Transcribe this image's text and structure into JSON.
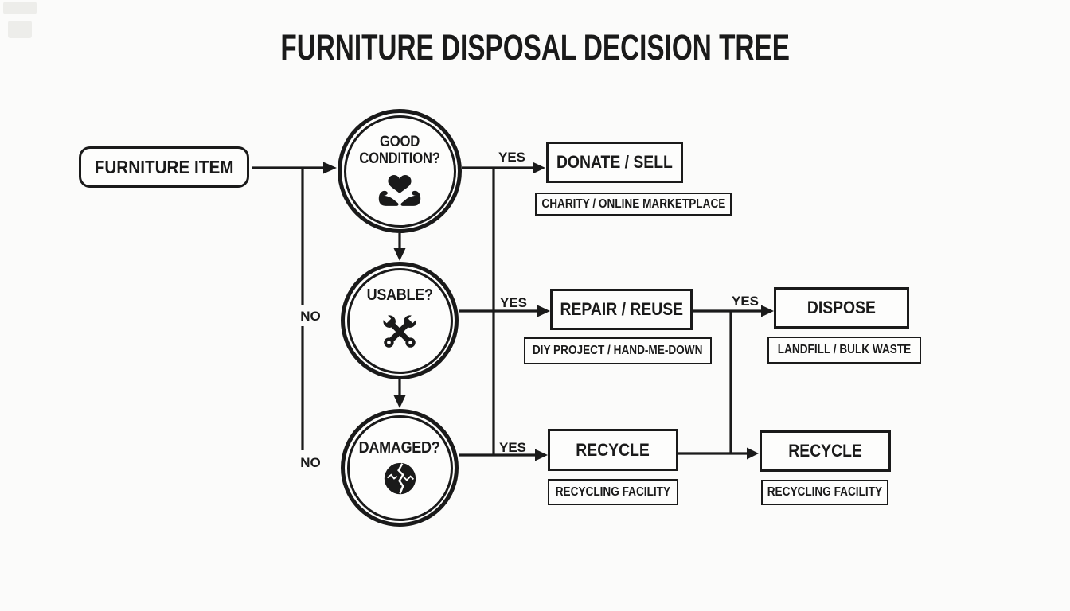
{
  "title": "FURNITURE DISPOSAL DECISION TREE",
  "colors": {
    "ink": "#1a1a1a",
    "background": "#fbfbfa"
  },
  "edge_labels": {
    "yes": "YES",
    "no": "NO"
  },
  "start": {
    "label": "FURNITURE ITEM"
  },
  "decisions": [
    {
      "label": "GOOD CONDITION?",
      "icon": "heart-in-hands-icon"
    },
    {
      "label": "USABLE?",
      "icon": "crossed-wrenches-icon"
    },
    {
      "label": "DAMAGED?",
      "icon": "cracked-sphere-icon"
    }
  ],
  "outcomes": [
    {
      "label": "DONATE / SELL",
      "sublabel": "CHARITY / ONLINE MARKETPLACE"
    },
    {
      "label": "REPAIR / REUSE",
      "sublabel": "DIY PROJECT / HAND-ME-DOWN"
    },
    {
      "label": "RECYCLE",
      "sublabel": "RECYCLING FACILITY"
    },
    {
      "label": "DISPOSE",
      "sublabel": "LANDFILL / BULK WASTE"
    },
    {
      "label": "RECYCLE",
      "sublabel": "RECYCLING FACILITY"
    }
  ]
}
